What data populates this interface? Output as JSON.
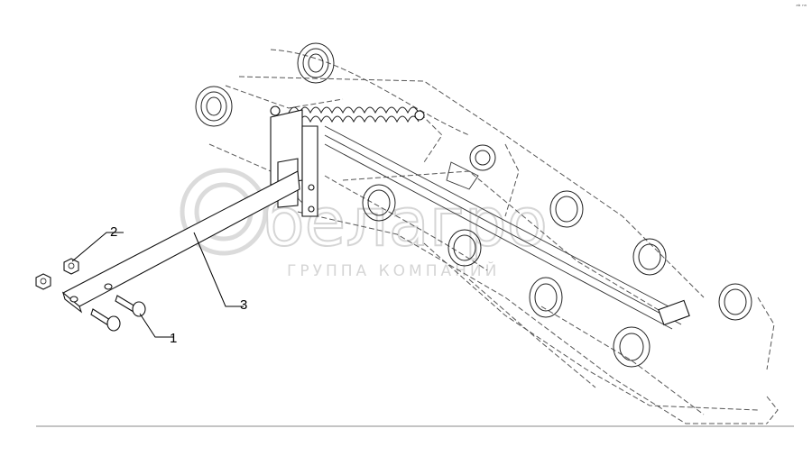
{
  "corner_code": "ᵃᵇ ⁿⁿ",
  "watermark": {
    "brand": "белагро",
    "tagline": "ГРУППА КОМПАНИЙ"
  },
  "callouts": [
    {
      "id": "1",
      "label": "1"
    },
    {
      "id": "2",
      "label": "2"
    },
    {
      "id": "3",
      "label": "3"
    }
  ]
}
